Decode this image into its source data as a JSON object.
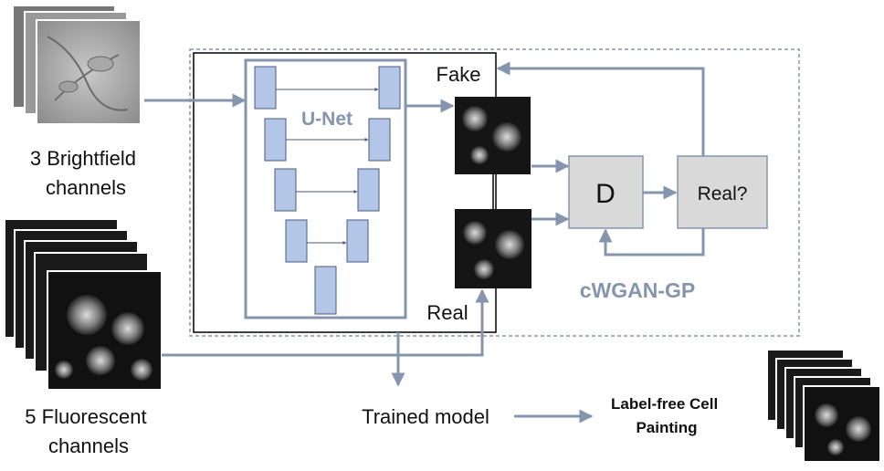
{
  "inputs": {
    "brightfield_label": [
      "3 Brightfield",
      "channels"
    ],
    "fluorescent_label": [
      "5 Fluorescent",
      "channels"
    ]
  },
  "generator": {
    "name": "U-Net"
  },
  "discriminator": {
    "name": "D",
    "output_label": "Real?"
  },
  "gan_name": "cWGAN-GP",
  "image_labels": {
    "fake": "Fake",
    "real": "Real"
  },
  "trained_model_label": "Trained model",
  "result_label": [
    "Label-free Cell",
    "Painting"
  ],
  "colors": {
    "arrow": "#8595AE",
    "box_fill": "#D9D9D9",
    "unet_block": "#B4C6E7",
    "dashed_frame": "#8595AE"
  }
}
